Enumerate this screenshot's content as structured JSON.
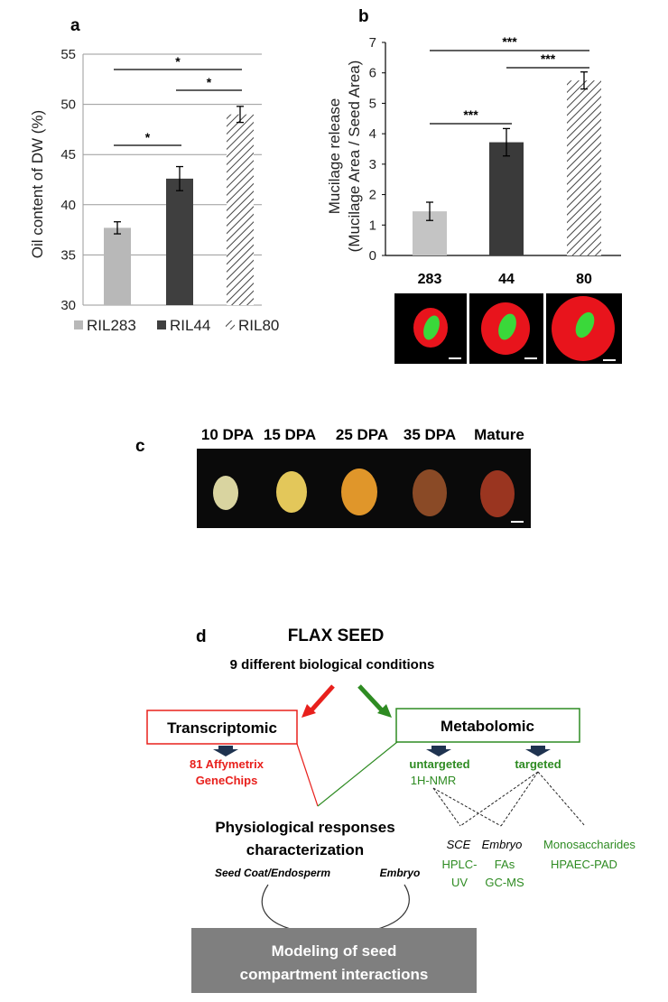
{
  "panels": {
    "a": {
      "letter": "a"
    },
    "b": {
      "letter": "b"
    },
    "c": {
      "letter": "c"
    },
    "d": {
      "letter": "d"
    }
  },
  "chart_data": [
    {
      "panel": "a",
      "type": "bar",
      "categories": [
        "RIL283",
        "RIL44",
        "RIL80"
      ],
      "values": [
        37.7,
        42.6,
        49.0
      ],
      "errors": [
        0.6,
        1.2,
        0.8
      ],
      "ylabel": "Oil content of DW (%)",
      "ylim": [
        30,
        55
      ],
      "yticks": [
        30,
        35,
        40,
        45,
        50,
        55
      ],
      "grid": true,
      "legend": {
        "placement": "bottom",
        "entries": [
          "RIL283",
          "RIL44",
          "RIL80"
        ]
      },
      "significance": [
        {
          "from": 0,
          "to": 1,
          "label": "*"
        },
        {
          "from": 1,
          "to": 2,
          "label": "*"
        },
        {
          "from": 0,
          "to": 2,
          "label": "*"
        }
      ],
      "colors": [
        "#b8b8b8",
        "#3f3f3f",
        "hatched"
      ]
    },
    {
      "panel": "b",
      "type": "bar",
      "categories": [
        "283",
        "44",
        "80"
      ],
      "values": [
        1.45,
        3.72,
        5.75
      ],
      "errors": [
        0.3,
        0.45,
        0.28
      ],
      "ylabel_line1": "Mucilage release",
      "ylabel_line2": "(Mucilage Area / Seed Area)",
      "ylim": [
        0,
        7
      ],
      "yticks": [
        0,
        1,
        2,
        3,
        4,
        5,
        6,
        7
      ],
      "grid": false,
      "significance": [
        {
          "from": 0,
          "to": 1,
          "label": "***"
        },
        {
          "from": 1,
          "to": 2,
          "label": "***"
        },
        {
          "from": 0,
          "to": 2,
          "label": "***"
        }
      ],
      "colors": [
        "#c4c4c4",
        "#3a3a3a",
        "hatched"
      ]
    }
  ],
  "seed_images_b": [
    {
      "name": "seed-283",
      "mucilage": 0.35
    },
    {
      "name": "seed-44",
      "mucilage": 0.55
    },
    {
      "name": "seed-80",
      "mucilage": 0.85
    }
  ],
  "panel_c": {
    "stages": [
      "10 DPA",
      "15 DPA",
      "25 DPA",
      "35 DPA",
      "Mature"
    ],
    "seed_colors": [
      "#d9d4a0",
      "#e3c75a",
      "#e0962a",
      "#8a4a26",
      "#9a3520"
    ]
  },
  "panel_d": {
    "title": "FLAX SEED",
    "subtitle": "9 different biological conditions",
    "transcriptomic": "Transcriptomic",
    "metabolomic": "Metabolomic",
    "affy_line1": "81 Affymetrix",
    "affy_line2": "GeneChips",
    "untargeted": "untargeted",
    "nmr": "1H-NMR",
    "targeted": "targeted",
    "physio_line1": "Physiological responses",
    "physio_line2": "characterization",
    "seed_coat": "Seed Coat/Endosperm",
    "embryo": "Embryo",
    "sce": "SCE",
    "embryo2": "Embryo",
    "monosaccharides": "Monosaccharides",
    "hplc_line1": "HPLC-",
    "hplc_line2": "UV",
    "fas": "FAs",
    "gcms": "GC-MS",
    "hpaec": "HPAEC-PAD",
    "modeling_line1": "Modeling of seed",
    "modeling_line2": "compartment interactions",
    "colors": {
      "red": "#e8201c",
      "green": "#2e8b22",
      "navy": "#1f3350",
      "gray": "#7f7f7f"
    }
  }
}
